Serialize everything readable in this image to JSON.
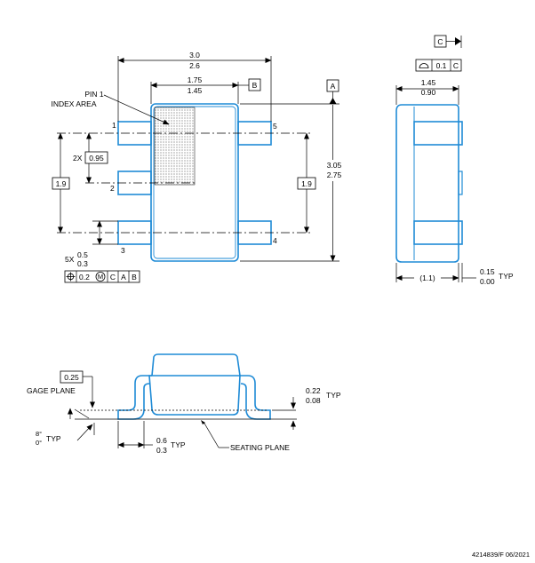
{
  "colors": {
    "package_outline": "#1f8bd6",
    "dimension_lines": "#000000"
  },
  "top_view": {
    "width_max": "3.0",
    "width_min": "2.6",
    "lead_span_max": "1.75",
    "lead_span_min": "1.45",
    "datum_b": "B",
    "datum_a": "A",
    "pin1_label": "PIN 1",
    "index_area_label": "INDEX AREA",
    "pin_numbers": [
      "1",
      "2",
      "3",
      "4",
      "5"
    ],
    "pitch_count": "2X",
    "pitch": "0.95",
    "row_span_left": "1.9",
    "row_span_right": "1.9",
    "length_max": "3.05",
    "length_min": "2.75",
    "lead_width_count": "5X",
    "lead_width_max": "0.5",
    "lead_width_min": "0.3",
    "fcf_tolerance": "0.2",
    "fcf_modifier": "M",
    "fcf_datums": [
      "C",
      "A",
      "B"
    ]
  },
  "side_view": {
    "datum_c": "C",
    "flatness_tolerance": "0.1",
    "flatness_datum": "C",
    "body_width_max": "1.45",
    "body_width_min": "0.90",
    "standoff_ref": "(1.1)",
    "standoff_max": "0.15",
    "standoff_min": "0.00",
    "standoff_typ": "TYP"
  },
  "detail_view": {
    "gage_value": "0.25",
    "gage_label": "GAGE PLANE",
    "lead_thick_max": "0.22",
    "lead_thick_min": "0.08",
    "lead_thick_typ": "TYP",
    "angle_max": "8°",
    "angle_min": "0°",
    "angle_typ": "TYP",
    "foot_max": "0.6",
    "foot_min": "0.3",
    "foot_typ": "TYP",
    "seating_label": "SEATING PLANE"
  },
  "footer": {
    "drawing_number": "4214839/F  06/2021"
  }
}
